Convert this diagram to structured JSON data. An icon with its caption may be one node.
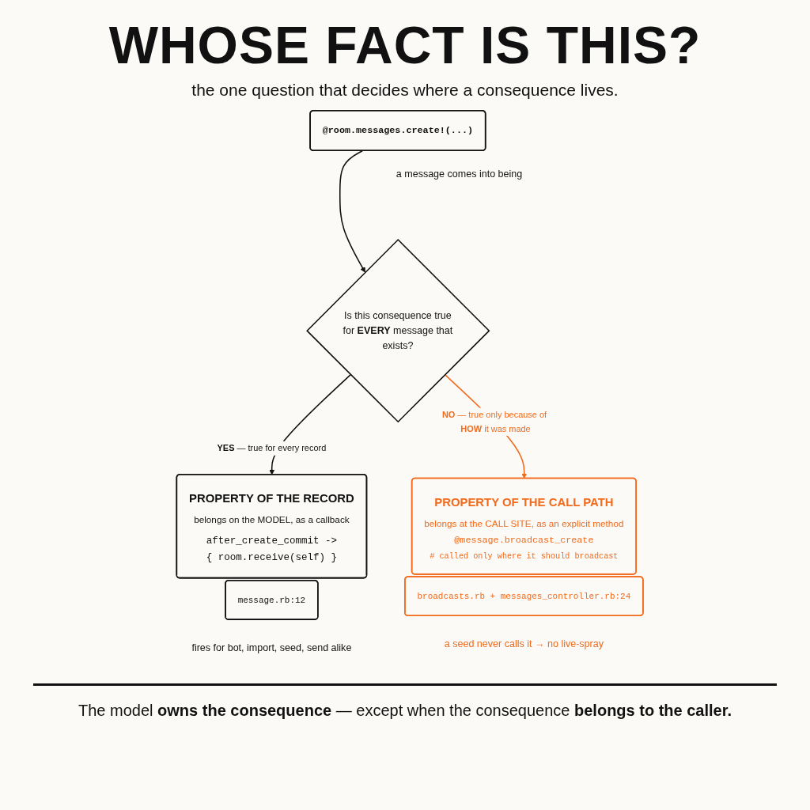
{
  "diagram": {
    "title": "WHOSE FACT IS THIS?",
    "caption": "The model **owns the consequence** — except when the consequence **belongs to the caller.**",
    "nodes": [
      {
        "text": [
          "@room.messages.create!(...)"
        ],
        "beside": [
          "a message comes into being"
        ]
      },
      {
        "text": [
          "Is this consequence true for **EVERY** message that exists?"
        ]
      },
      {
        "text": [
          "PROPERTY OF THE RECORD",
          "belongs on the MODEL, as a callback",
          "after_create_commit -> { room.receive(self) }"
        ]
      },
      {
        "text": [
          "message.rb:12"
        ],
        "beside": [
          "fires for bot, import, seed, send alike"
        ]
      },
      {
        "text": [
          "PROPERTY OF THE CALL PATH",
          "belongs at the CALL SITE, as an explicit method",
          "@message.broadcast_create",
          "# called only where it should broadcast"
        ]
      },
      {
        "text": [
          "broadcasts.rb + messages_controller.rb:24"
        ],
        "beside": [
          "a seed never calls it → no live-spray"
        ]
      }
    ],
    "edges": [
      {
        "from": 0,
        "to": 1,
        "arrow": "to"
      },
      {
        "from": 1,
        "to": 2,
        "arrow": "to",
        "label": "**YES** — true for every record"
      },
      {
        "from": 1,
        "to": 4,
        "arrow": "to",
        "label": "**NO** — true only because of **HOW** it was made",
        "color": "#f26a1b"
      }
    ],
    "labels": [
      "the one question that decides where a consequence lives."
    ]
  }
}
